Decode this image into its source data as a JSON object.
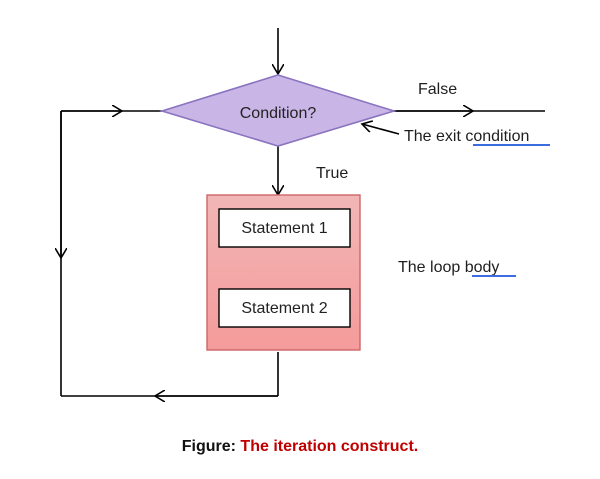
{
  "diagram": {
    "decision_label": "Condition?",
    "false_label": "False",
    "true_label": "True",
    "exit_label_prefix": "The exit ",
    "exit_label_emph": "condition",
    "loop_body_label_prefix": "The loop ",
    "loop_body_label_emph": "body",
    "statement1_label": "Statement 1",
    "statement2_label": "Statement 2"
  },
  "caption": {
    "prefix": "Figure:",
    "title": " The iteration construct."
  },
  "colors": {
    "decision_fill": "#c9b5e6",
    "decision_stroke": "#8a74c0",
    "loop_body_fill": "#f5a6a6",
    "loop_body_stroke": "#cc6666",
    "statement_fill": "#ffffff",
    "statement_stroke": "#000000",
    "line": "#000000",
    "underline": "#3c6de0",
    "caption_prefix": "#111111",
    "caption_title": "#c00000"
  }
}
